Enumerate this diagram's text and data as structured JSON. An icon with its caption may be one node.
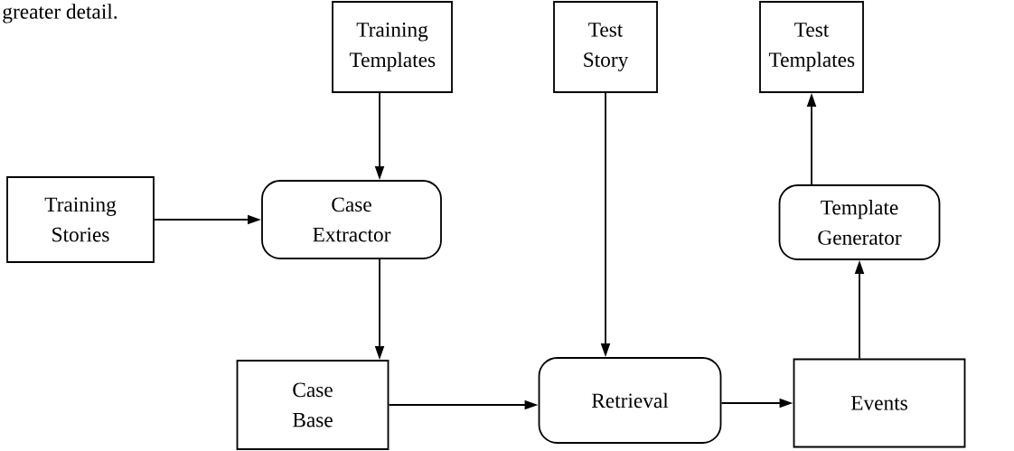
{
  "diagram": {
    "nodes": [
      {
        "text": [
          "Training Templates"
        ]
      },
      {
        "text": [
          "Test Story"
        ]
      },
      {
        "text": [
          "Test Templates"
        ]
      },
      {
        "text": [
          "Training Stories"
        ]
      },
      {
        "text": [
          "Case Extractor"
        ]
      },
      {
        "text": [
          "Template Generator"
        ]
      },
      {
        "text": [
          "Case Base"
        ]
      },
      {
        "text": [
          "Retrieval"
        ]
      },
      {
        "text": [
          "Events"
        ]
      }
    ],
    "edges": [
      {
        "from": 0,
        "to": 4,
        "arrow": "to"
      },
      {
        "from": 3,
        "to": 4,
        "arrow": "to"
      },
      {
        "from": 4,
        "to": 6,
        "arrow": "to"
      },
      {
        "from": 6,
        "to": 7,
        "arrow": "to"
      },
      {
        "from": 1,
        "to": 7,
        "arrow": "to"
      },
      {
        "from": 7,
        "to": 8,
        "arrow": "to"
      },
      {
        "from": 8,
        "to": 5,
        "arrow": "to"
      },
      {
        "from": 5,
        "to": 2,
        "arrow": "to"
      }
    ],
    "labels": [
      "greater detail."
    ]
  }
}
